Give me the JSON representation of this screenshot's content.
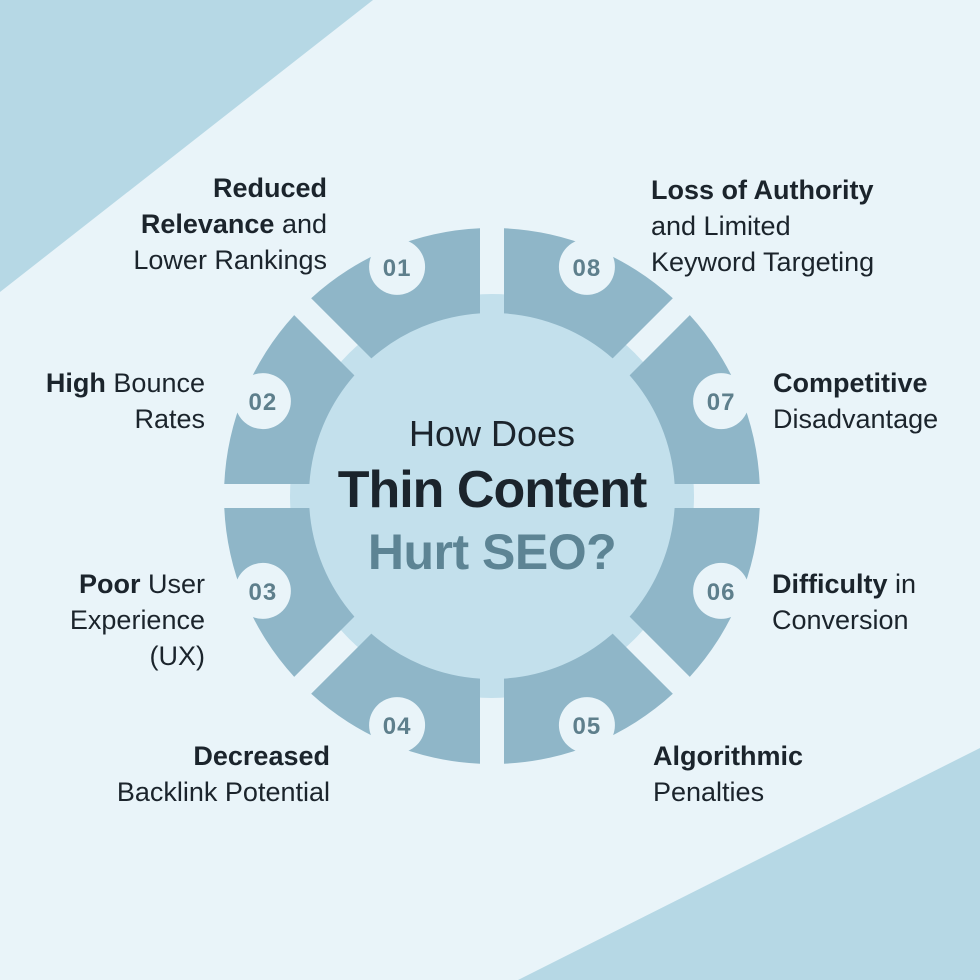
{
  "center": {
    "heading_top": "How Does",
    "heading_main": "Thin Content",
    "heading_accent": "Hurt SEO?"
  },
  "colors": {
    "background": "#e9f4f9",
    "corner_triangle": "#b6d8e5",
    "ring_segment": "#8fb6c8",
    "center_circle": "#c3e0ec",
    "number_text": "#5e7f8c",
    "accent_heading": "#5d8494",
    "dark_text": "#1b242c"
  },
  "wheel": {
    "segments": [
      {
        "num": "01",
        "mid_angle": 112.5,
        "label_lines": [
          [
            {
              "t": "Reduced",
              "b": true
            }
          ],
          [
            {
              "t": "Relevance",
              "b": true
            },
            {
              "t": " and",
              "b": false
            }
          ],
          [
            {
              "t": "Lower Rankings",
              "b": false
            }
          ]
        ]
      },
      {
        "num": "02",
        "mid_angle": 157.5,
        "label_lines": [
          [
            {
              "t": "High",
              "b": true
            },
            {
              "t": " Bounce",
              "b": false
            }
          ],
          [
            {
              "t": "Rates",
              "b": false
            }
          ]
        ]
      },
      {
        "num": "03",
        "mid_angle": 202.5,
        "label_lines": [
          [
            {
              "t": "Poor",
              "b": true
            },
            {
              "t": " User",
              "b": false
            }
          ],
          [
            {
              "t": "Experience",
              "b": false
            }
          ],
          [
            {
              "t": "(UX)",
              "b": false
            }
          ]
        ]
      },
      {
        "num": "04",
        "mid_angle": 247.5,
        "label_lines": [
          [
            {
              "t": "Decreased",
              "b": true
            }
          ],
          [
            {
              "t": "Backlink Potential",
              "b": false
            }
          ]
        ]
      },
      {
        "num": "05",
        "mid_angle": 292.5,
        "label_lines": [
          [
            {
              "t": "Algorithmic",
              "b": true
            }
          ],
          [
            {
              "t": "Penalties",
              "b": false
            }
          ]
        ]
      },
      {
        "num": "06",
        "mid_angle": 337.5,
        "label_lines": [
          [
            {
              "t": "Difficulty",
              "b": true
            },
            {
              "t": " in",
              "b": false
            }
          ],
          [
            {
              "t": "Conversion",
              "b": false
            }
          ]
        ]
      },
      {
        "num": "07",
        "mid_angle": 22.5,
        "label_lines": [
          [
            {
              "t": "Competitive",
              "b": true
            }
          ],
          [
            {
              "t": "Disadvantage",
              "b": false
            }
          ]
        ]
      },
      {
        "num": "08",
        "mid_angle": 67.5,
        "label_lines": [
          [
            {
              "t": "Loss of Authority",
              "b": true
            }
          ],
          [
            {
              "t": "and Limited",
              "b": false
            }
          ],
          [
            {
              "t": "Keyword Targeting",
              "b": false
            }
          ]
        ]
      }
    ]
  }
}
